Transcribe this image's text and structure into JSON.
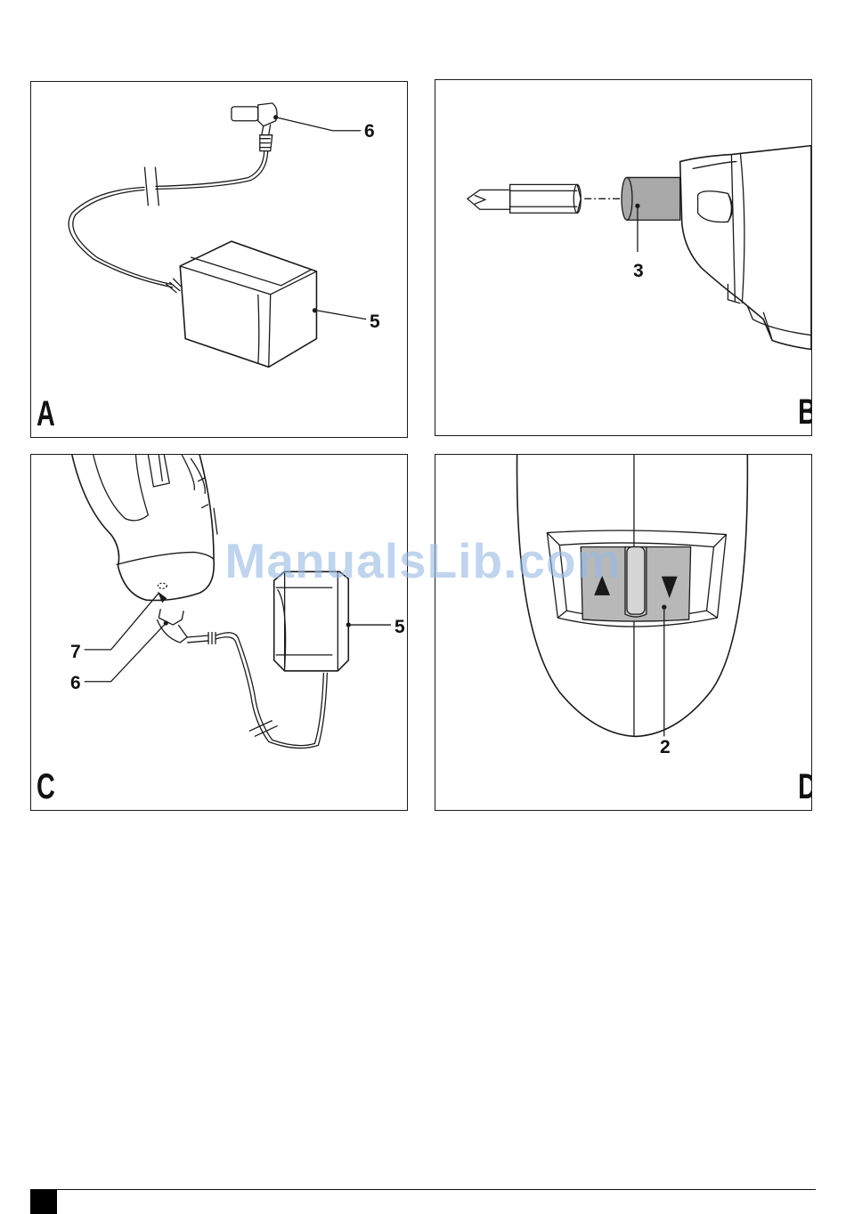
{
  "panels": {
    "a": {
      "letter": "A",
      "callouts": [
        "6",
        "5"
      ]
    },
    "b": {
      "letter": "B",
      "callouts": [
        "3"
      ]
    },
    "c": {
      "letter": "C",
      "callouts": [
        "5",
        "7",
        "6"
      ]
    },
    "d": {
      "letter": "D",
      "callouts": [
        "2"
      ]
    }
  },
  "watermark": "ManualsLib.com",
  "colors": {
    "line": "#1a1a1a",
    "switch_fill": "#b8b8b8",
    "watermark": "#96b9e1"
  }
}
